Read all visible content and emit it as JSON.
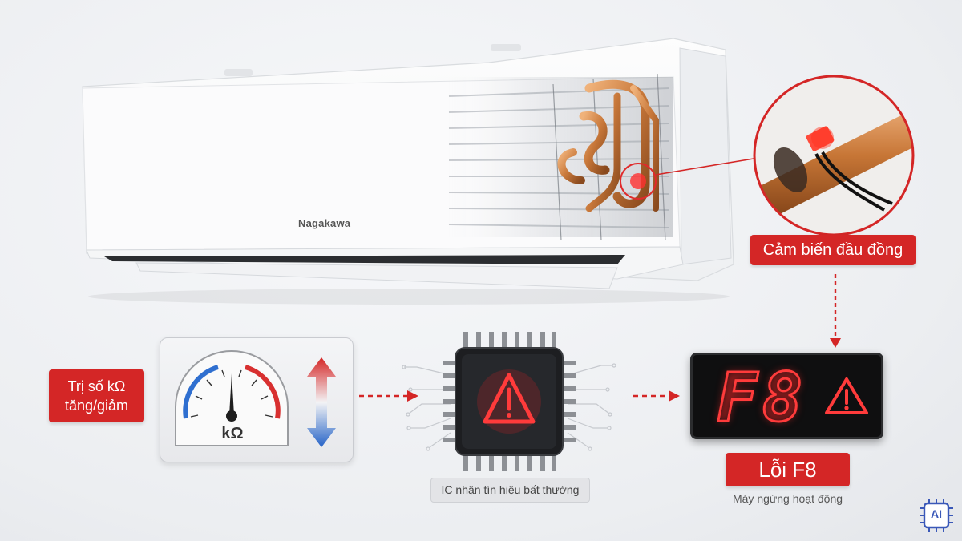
{
  "brand": "Nagakawa",
  "labels": {
    "sensor": "Cảm biến đầu đồng",
    "kohm_line1": "Trị số kΩ",
    "kohm_line2": "tăng/giảm",
    "ic_caption": "IC nhận tín hiệu bất thường",
    "error_title": "Lỗi F8",
    "error_subtitle": "Máy ngừng hoạt động"
  },
  "gauge": {
    "unit": "kΩ"
  },
  "display": {
    "code": "F8"
  },
  "badge": {
    "text": "AI"
  },
  "colors": {
    "accent_red": "#d42626",
    "led_red": "#ff3b3b",
    "gauge_blue": "#2f6fd0",
    "gauge_red": "#d83030",
    "copper": "#c8783a"
  },
  "icons": [
    "warning-icon",
    "arrow-up-down-icon",
    "chip-icon",
    "gauge-icon",
    "ai-badge-icon"
  ]
}
